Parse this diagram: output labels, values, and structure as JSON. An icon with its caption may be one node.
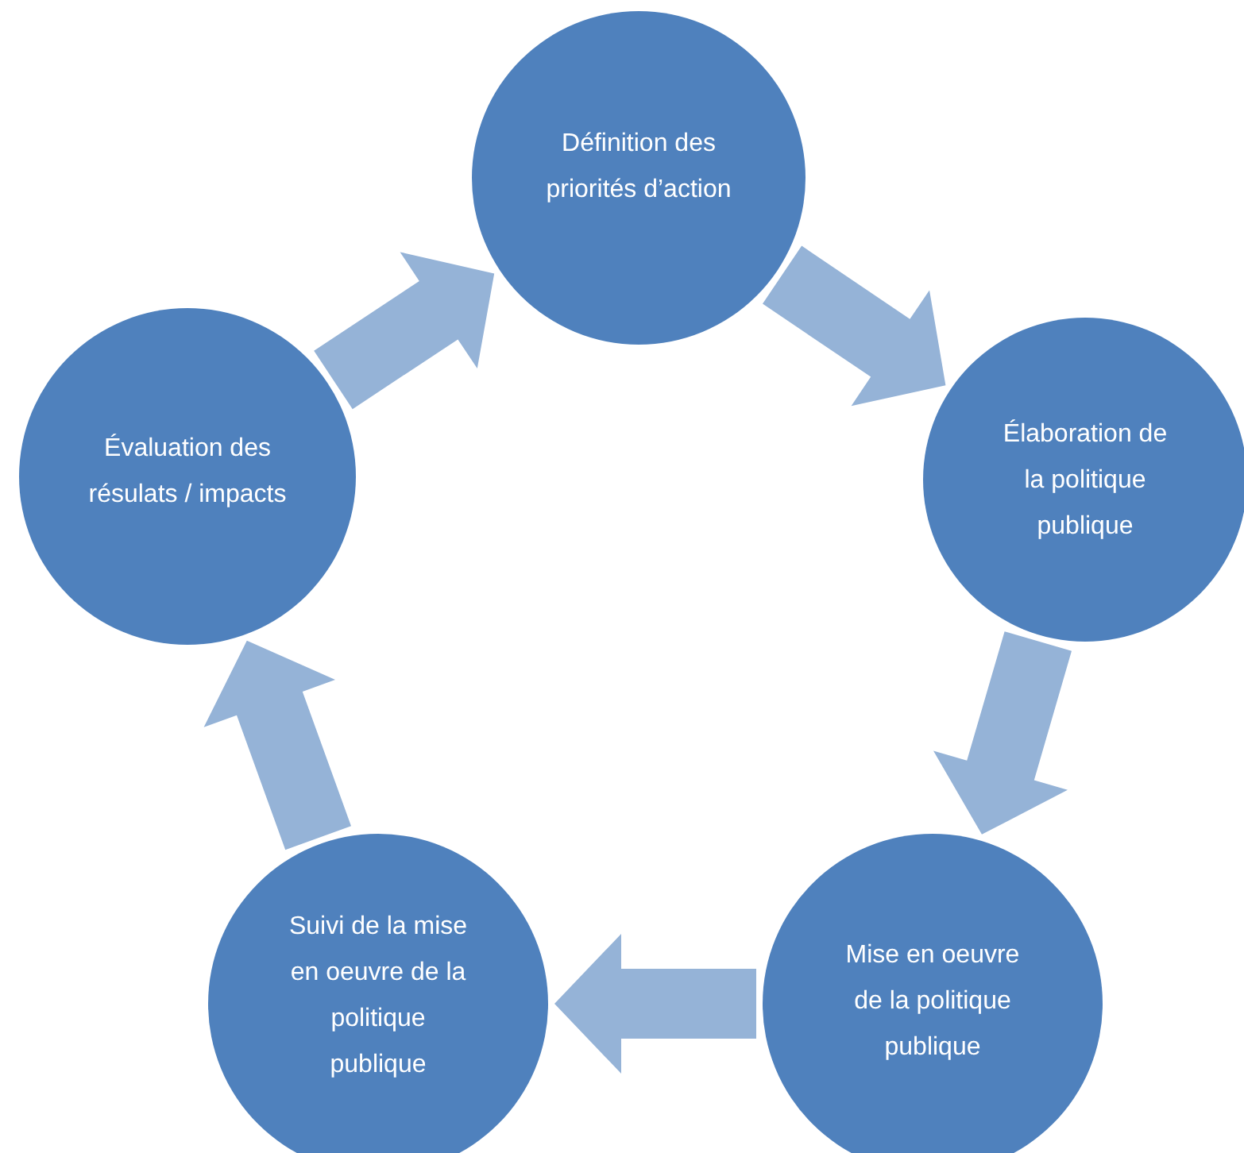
{
  "diagram": {
    "nodes": [
      {
        "text": [
          "Définition des priorités d’action"
        ]
      },
      {
        "text": [
          "Élaboration de la politique publique"
        ]
      },
      {
        "text": [
          "Mise en oeuvre de la politique publique"
        ]
      },
      {
        "text": [
          "Suivi de la mise en oeuvre de la politique publique"
        ]
      },
      {
        "text": [
          "Évaluation des résulats / impacts"
        ]
      }
    ],
    "edges": [
      {
        "from": 0,
        "to": 1,
        "arrow": "to"
      },
      {
        "from": 1,
        "to": 2,
        "arrow": "to"
      },
      {
        "from": 2,
        "to": 3,
        "arrow": "to"
      },
      {
        "from": 3,
        "to": 4,
        "arrow": "to"
      },
      {
        "from": 4,
        "to": 0,
        "arrow": "to"
      }
    ]
  }
}
